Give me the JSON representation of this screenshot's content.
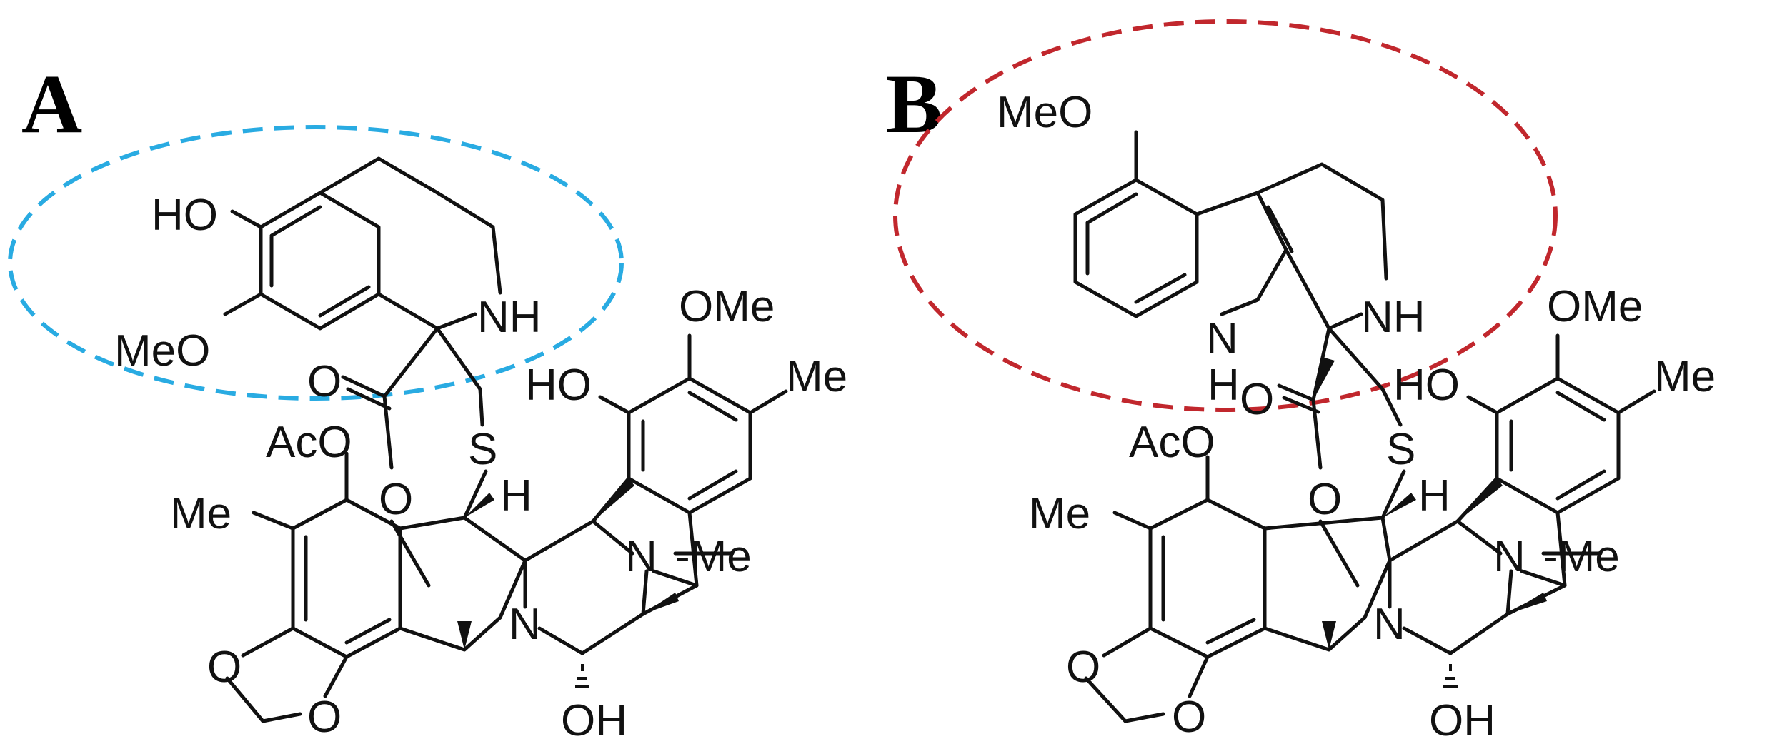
{
  "panels": [
    {
      "letter": "A",
      "highlight_color": "#29abe2",
      "labels": {
        "ho_top": "HO",
        "meo_left": "MeO",
        "nh": "NH",
        "o_carbonyl": "O",
        "s": "S",
        "acO": "AcO",
        "me_left": "Me",
        "o_ester": "O",
        "h_center": "H",
        "n_center": "N",
        "n_bridge": "N",
        "me_bridge": "-Me",
        "ho_right": "HO",
        "ome_top": "OMe",
        "me_right": "Me",
        "oh_bottom": "OH",
        "o_diox1": "O",
        "o_diox2": "O"
      }
    },
    {
      "letter": "B",
      "highlight_color": "#c1272d",
      "labels": {
        "meo_top": "MeO",
        "n_indole": "N",
        "h_indole": "H",
        "nh": "NH",
        "o_carbonyl": "O",
        "s": "S",
        "acO": "AcO",
        "me_left": "Me",
        "o_ester": "O",
        "h_center": "H",
        "n_center": "N",
        "n_bridge": "N",
        "me_bridge": "-Me",
        "ho_right": "HO",
        "ome_top": "OMe",
        "me_right": "Me",
        "oh_bottom": "OH",
        "o_diox1": "O",
        "o_diox2": "O"
      }
    }
  ]
}
